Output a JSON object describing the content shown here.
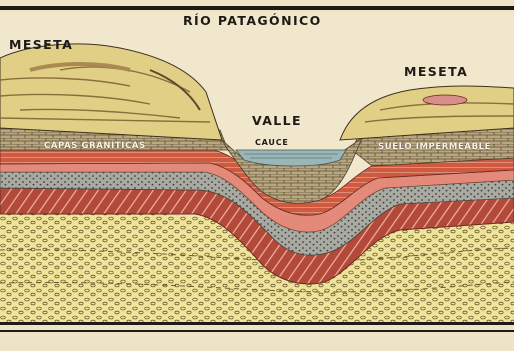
{
  "labels": {
    "river": "RÍO PATAGÓNICO",
    "plateau_left": "MESETA",
    "plateau_right": "MESETA",
    "valley": "VALLE",
    "riverbed": "CAUCE",
    "granite_layers": "CAPAS GRANÍTICAS",
    "impermeable_soil": "SUELO IMPERMEABLE"
  },
  "colors": {
    "paper": "#efe3c6",
    "frame": "#1e1b17",
    "plateau_top": "#e2cf86",
    "plateau_shadow": "#a88a52",
    "brick_red": "#cf5a3f",
    "pinkish": "#e48a7a",
    "gravel_grey": "#a9aaa2",
    "granite_red": "#b2493b",
    "gravel_yellow": "#efe49a",
    "water": "#9ab6b6"
  }
}
